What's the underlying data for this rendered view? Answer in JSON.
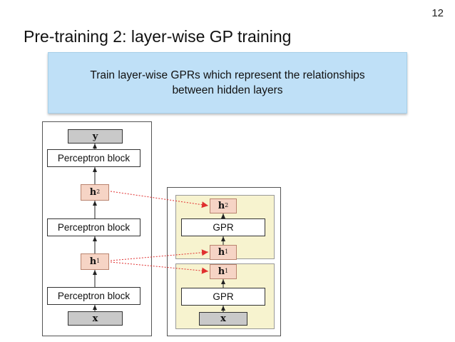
{
  "page_number": "12",
  "title": "Pre-training 2: layer-wise GP training",
  "callout": {
    "line1": "Train layer-wise GPRs which represent the relationships",
    "line2": "between hidden layers"
  },
  "left_network": {
    "output_label": "y",
    "block_top": "Perceptron block",
    "hidden2": {
      "base": "h",
      "sup": "2"
    },
    "block_mid": "Perceptron block",
    "hidden1": {
      "base": "h",
      "sup": "1"
    },
    "block_bottom": "Perceptron block",
    "input_label": "x"
  },
  "right_network": {
    "upper_panel": {
      "target": {
        "base": "h",
        "sup": "2"
      },
      "model": "GPR",
      "source": {
        "base": "h",
        "sup": "1"
      }
    },
    "lower_panel": {
      "target": {
        "base": "h",
        "sup": "1"
      },
      "model": "GPR",
      "source": "x"
    }
  },
  "colors": {
    "callout_fill": "#bfe0f7",
    "panel_fill": "#f7f3cf",
    "hidden_fill": "#f6d4c5",
    "io_fill": "#c9c9c9",
    "mapping_arrow": "#e03030"
  }
}
